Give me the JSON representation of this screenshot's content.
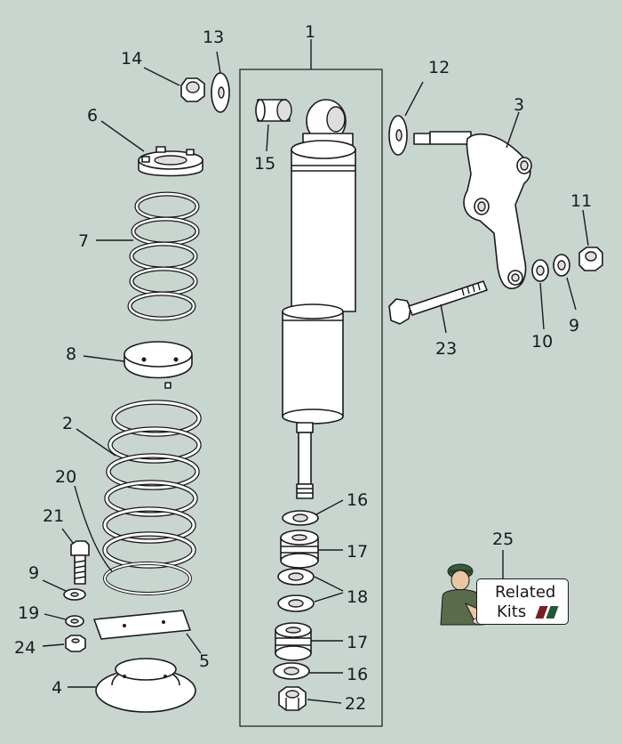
{
  "callouts": {
    "n1": "1",
    "n2": "2",
    "n3": "3",
    "n4": "4",
    "n5": "5",
    "n6": "6",
    "n7": "7",
    "n8": "8",
    "n9a": "9",
    "n9b": "9",
    "n10": "10",
    "n11": "11",
    "n12": "12",
    "n13": "13",
    "n14": "14",
    "n15": "15",
    "n16a": "16",
    "n16b": "16",
    "n17a": "17",
    "n17b": "17",
    "n18": "18",
    "n19": "19",
    "n20": "20",
    "n21": "21",
    "n22": "22",
    "n23": "23",
    "n24": "24",
    "n25": "25"
  },
  "kits_badge": {
    "line1": "Related",
    "line2": "Kits"
  },
  "colors": {
    "background": "#c9d6d0",
    "stroke": "#1a1a1a",
    "stripe_red": "#7a1f1f",
    "stripe_green": "#1f5a36"
  }
}
